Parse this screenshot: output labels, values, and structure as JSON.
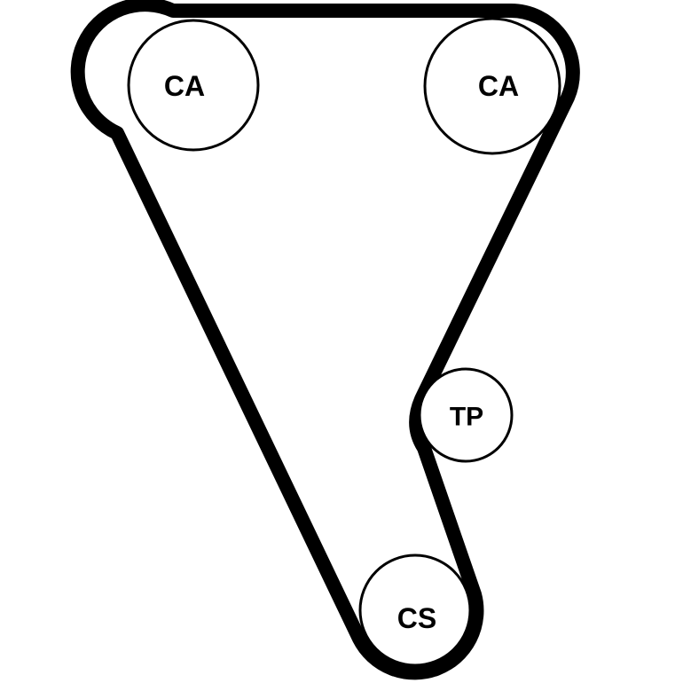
{
  "pulleys": {
    "camshaft_left": {
      "label": "CA"
    },
    "camshaft_right": {
      "label": "CA"
    },
    "tensioner": {
      "label": "TP"
    },
    "crankshaft": {
      "label": "CS"
    }
  },
  "colors": {
    "belt": "#000000",
    "pulley_fill": "#ffffff",
    "pulley_outline": "#000000",
    "background": "#ffffff"
  }
}
